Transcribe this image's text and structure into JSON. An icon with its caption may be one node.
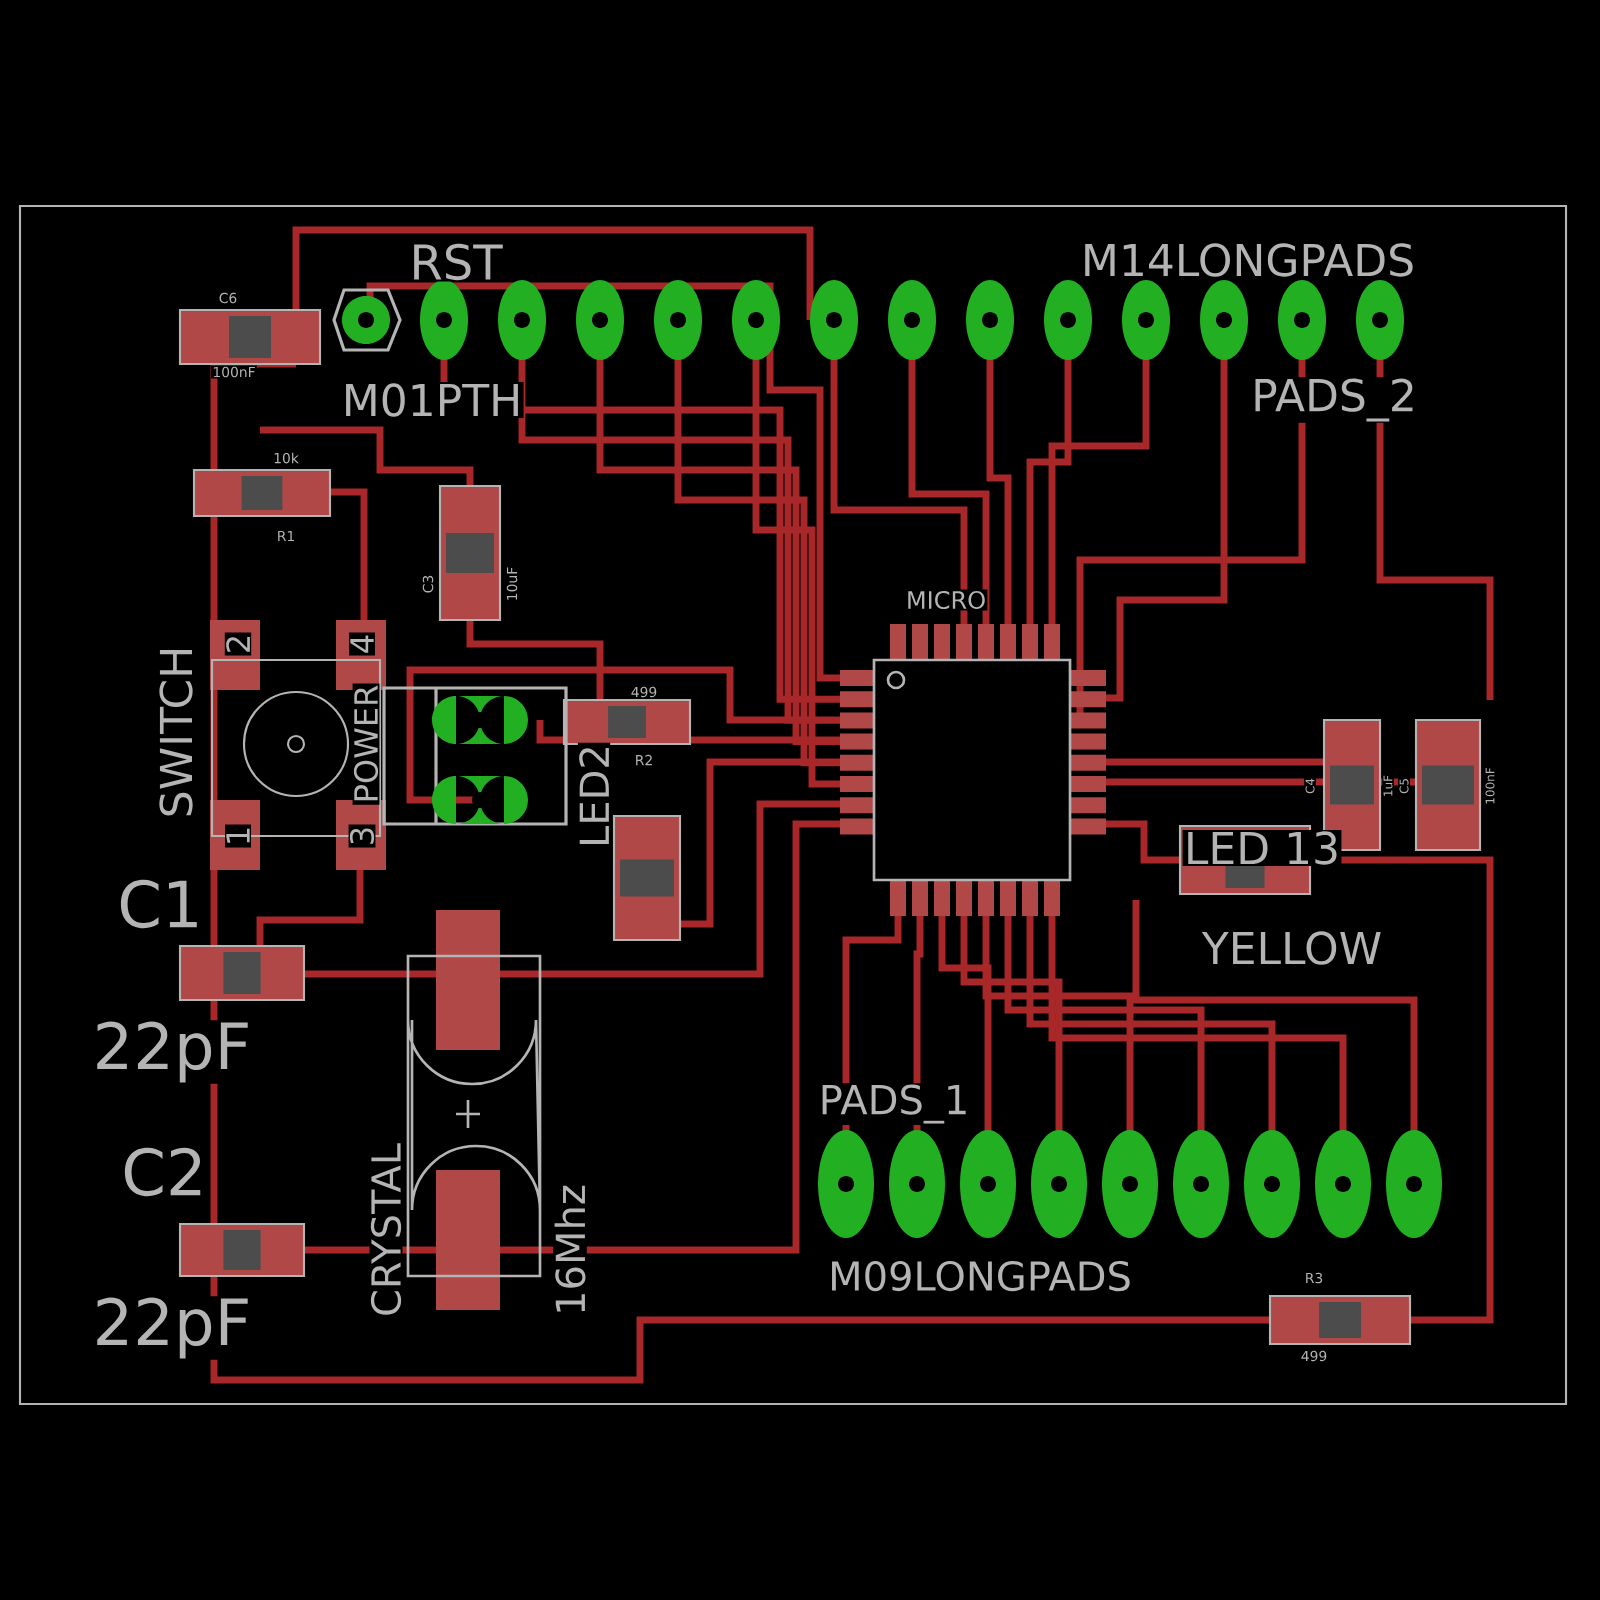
{
  "diagram": {
    "labels": [
      "RST",
      "M14LONGPADS",
      "C6",
      "100nF",
      "M01PTH",
      "PADS_2",
      "10k",
      "R1",
      "C3",
      "10uF",
      "MICRO",
      "SWITCH",
      "2",
      "4",
      "POWER",
      "1",
      "3",
      "499",
      "R2",
      "LED2",
      "C4",
      "1uF",
      "C5",
      "100nF",
      "LED 13",
      "YELLOW",
      "C1",
      "22pF",
      "C2",
      "22pF",
      "CRYSTAL",
      "16Mhz",
      "PADS_1",
      "M09LONGPADS",
      "R3",
      "499"
    ]
  }
}
